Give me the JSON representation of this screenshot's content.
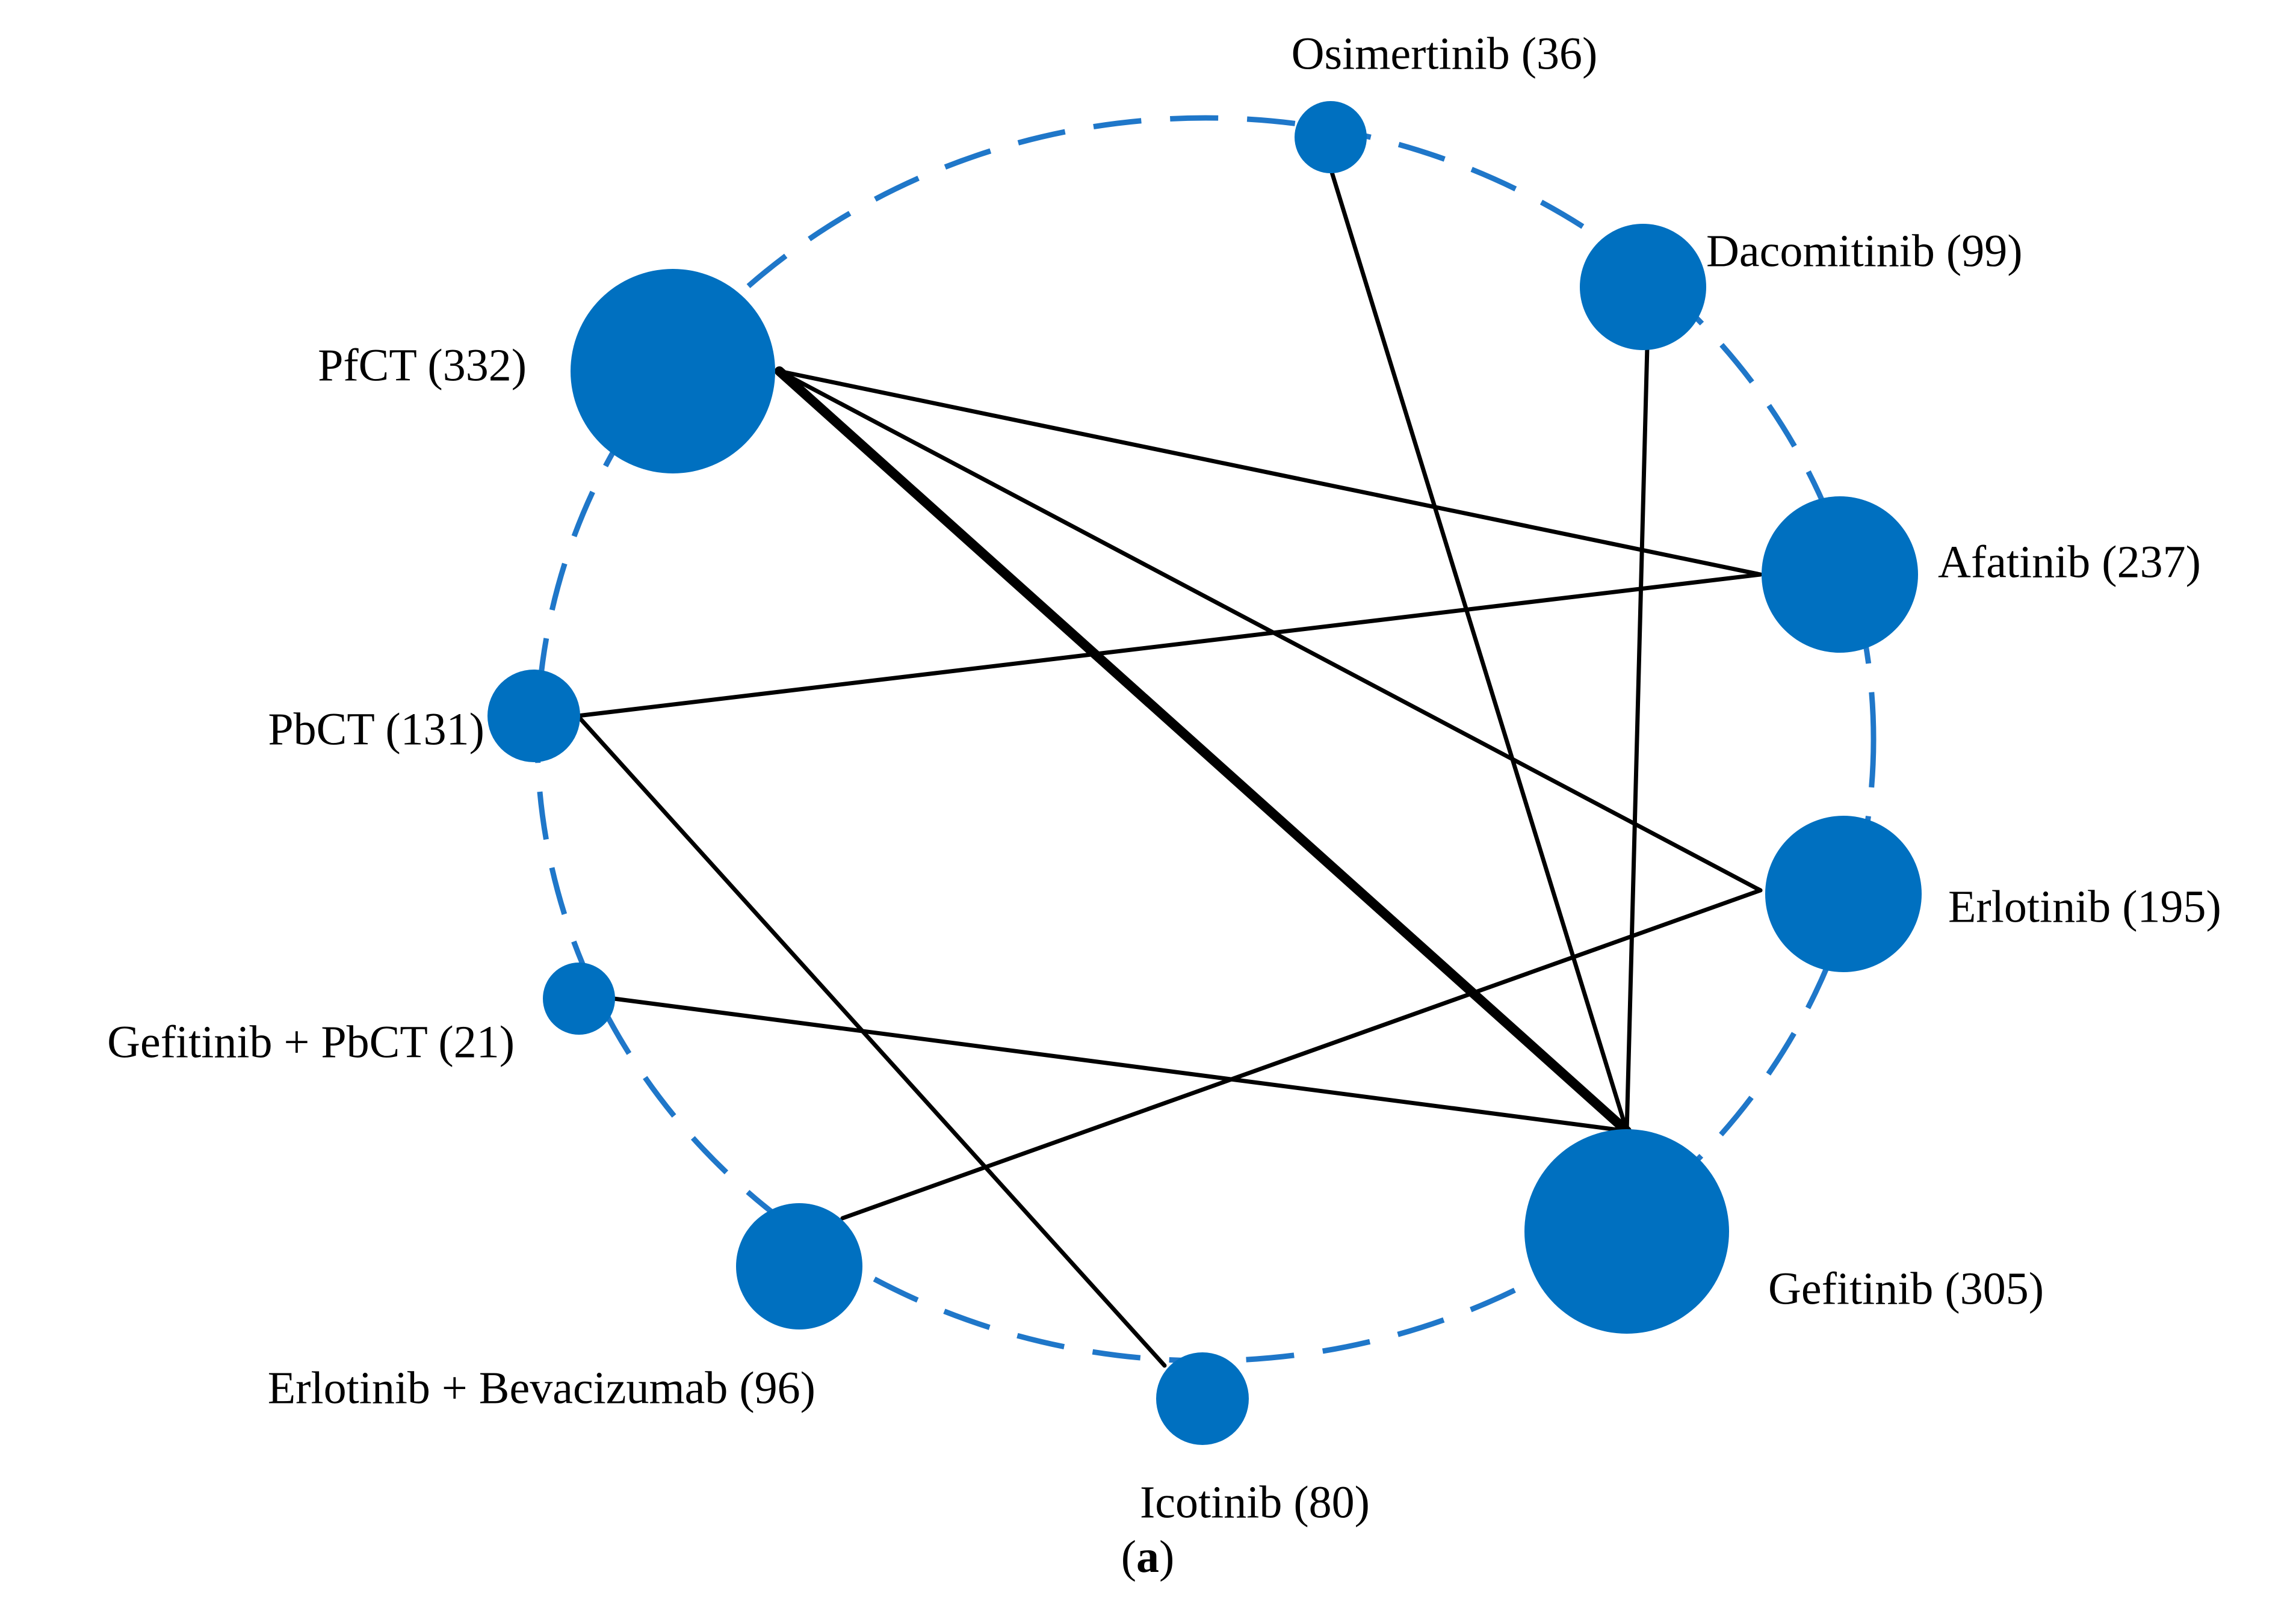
{
  "network": {
    "node_color": "#0070C0",
    "ring_color": "#1F77C9",
    "edge_color": "#000000",
    "nodes": [
      {
        "id": "osimertinib",
        "label": "Osimertinib (36)"
      },
      {
        "id": "dacomitinib",
        "label": "Dacomitinib (99)"
      },
      {
        "id": "afatinib",
        "label": "Afatinib (237)"
      },
      {
        "id": "erlotinib",
        "label": "Erlotinib (195)"
      },
      {
        "id": "gefitinib",
        "label": "Gefitinib (305)"
      },
      {
        "id": "icotinib",
        "label": "Icotinib (80)"
      },
      {
        "id": "erlotinib-bevacizumab",
        "label": "Erlotinib + Bevacizumab (96)"
      },
      {
        "id": "gefitinib-pbct",
        "label": "Gefitinib + PbCT (21)"
      },
      {
        "id": "pbct",
        "label": "PbCT (131)"
      },
      {
        "id": "pfct",
        "label": "PfCT (332)"
      }
    ],
    "edges": [
      {
        "from": "pfct",
        "to": "gefitinib",
        "weight": "thick"
      },
      {
        "from": "pfct",
        "to": "afatinib",
        "weight": "normal"
      },
      {
        "from": "pfct",
        "to": "erlotinib",
        "weight": "normal"
      },
      {
        "from": "osimertinib",
        "to": "gefitinib",
        "weight": "normal"
      },
      {
        "from": "dacomitinib",
        "to": "gefitinib",
        "weight": "normal"
      },
      {
        "from": "pbct",
        "to": "afatinib",
        "weight": "normal"
      },
      {
        "from": "pbct",
        "to": "icotinib",
        "weight": "normal"
      },
      {
        "from": "gefitinib-pbct",
        "to": "gefitinib",
        "weight": "normal"
      },
      {
        "from": "erlotinib-bevacizumab",
        "to": "erlotinib",
        "weight": "normal"
      }
    ]
  },
  "caption": {
    "open": "(",
    "letter": "a",
    "close": ")"
  }
}
